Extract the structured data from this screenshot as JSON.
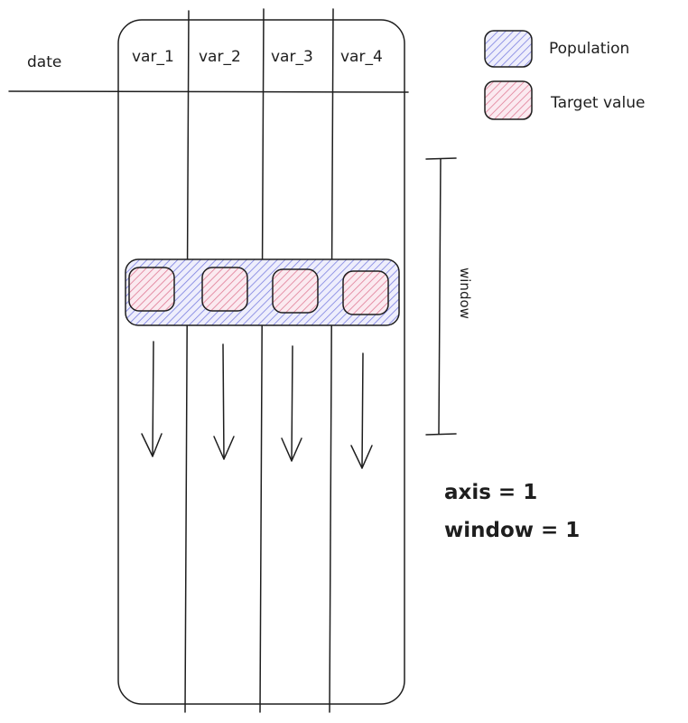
{
  "header": {
    "date_label": "date",
    "columns": [
      "var_1",
      "var_2",
      "var_3",
      "var_4"
    ]
  },
  "legend": {
    "population": "Population",
    "target": "Target value"
  },
  "window_label": "window",
  "params": {
    "axis": "axis = 1",
    "window": "window = 1"
  },
  "colors": {
    "population": "#7b7fe0",
    "target": "#e07b95",
    "ink": "#1e1e1e"
  }
}
